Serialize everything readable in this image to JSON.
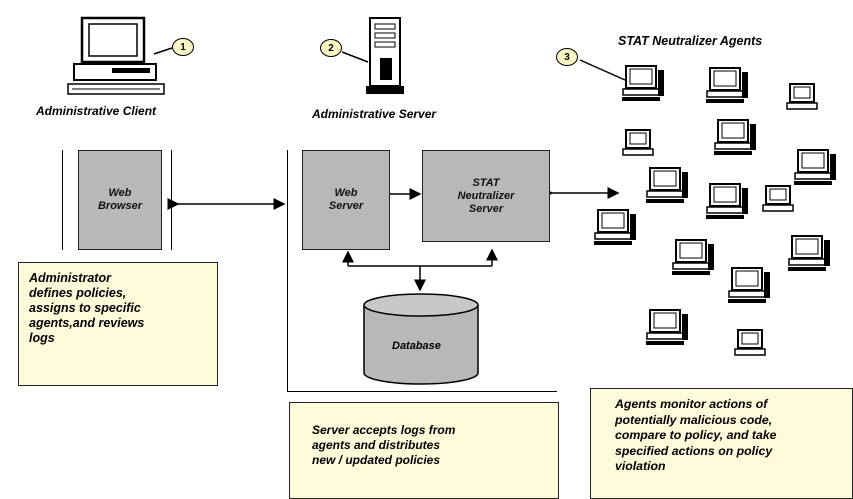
{
  "labels": {
    "admin_client": "Administrative Client",
    "admin_server": "Administrative Server",
    "agents_title": "STAT Neutralizer Agents"
  },
  "callouts": [
    "1",
    "2",
    "3"
  ],
  "boxes": {
    "web_browser": [
      "Web",
      "Browser"
    ],
    "web_server": [
      "Web",
      "Server"
    ],
    "stat_server": [
      "STAT",
      "Neutralizer",
      "Server"
    ],
    "database": "Database"
  },
  "notes": {
    "admin": [
      "Administrator",
      "defines policies,",
      "assigns to specific",
      "agents,and reviews",
      "logs"
    ],
    "server": [
      "Server accepts logs from",
      "agents and distributes",
      "new / updated policies"
    ],
    "agents": [
      "Agents monitor actions of",
      "potentially malicious code,",
      "compare to policy, and take",
      "specified actions on policy",
      "violation"
    ]
  },
  "colors": {
    "box_gray": "#b8b8b8",
    "note_yellow": "#fdfbd9",
    "callout_yellow": "#fbf7c4"
  },
  "icons": [
    "desktop-computer-icon",
    "tower-server-icon",
    "workstation-icon"
  ]
}
